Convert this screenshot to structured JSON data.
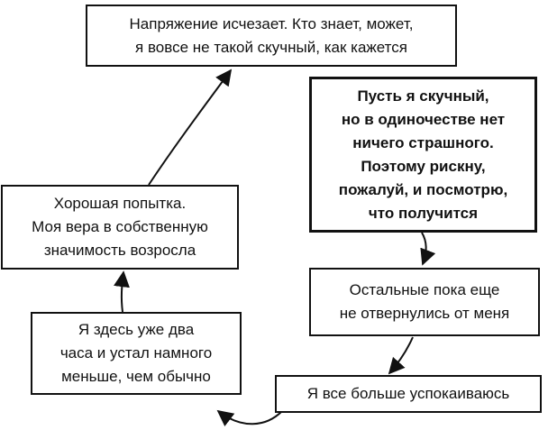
{
  "nodes": {
    "top": "Напряжение исчезает. Кто знает, может,\nя вовсе не такой скучный, как кажется",
    "right_bold": "Пусть я скучный,\nно в одиночестве нет\nничего страшного.\nПоэтому рискну,\nпожалуй, и посмотрю,\nчто получится",
    "left": "Хорошая попытка.\nМоя вера в собственную\nзначимость возросла",
    "right_middle": "Остальные пока еще\nне отвернулись от меня",
    "bottom_left": "Я здесь уже два\nчаса и устал намного\nменьше, чем обычно",
    "bottom_right": "Я все больше успокаиваюсь"
  }
}
